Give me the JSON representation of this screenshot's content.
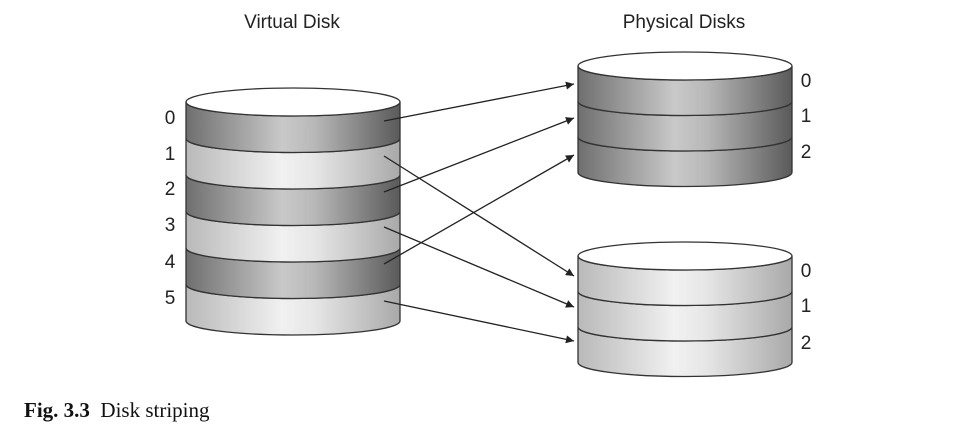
{
  "titles": {
    "virtual": "Virtual Disk",
    "physical": "Physical Disks"
  },
  "virtual_disk": {
    "labels": [
      "0",
      "1",
      "2",
      "3",
      "4",
      "5"
    ],
    "shades": [
      "dark",
      "light",
      "dark",
      "light",
      "dark",
      "light"
    ]
  },
  "physical_disk_a": {
    "labels": [
      "0",
      "1",
      "2"
    ],
    "shade": "dark"
  },
  "physical_disk_b": {
    "labels": [
      "0",
      "1",
      "2"
    ],
    "shade": "light"
  },
  "caption": {
    "number": "Fig. 3.3",
    "text": "Disk striping"
  }
}
